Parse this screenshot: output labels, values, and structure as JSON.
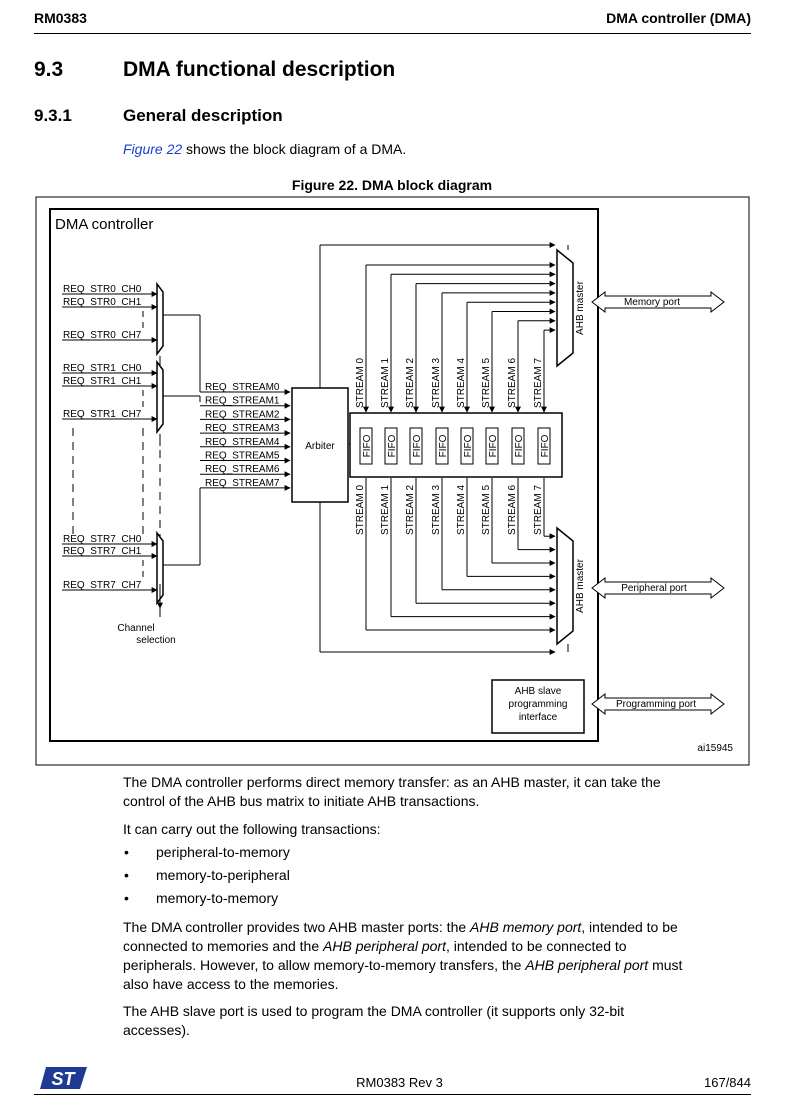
{
  "header": {
    "doc_id": "RM0383",
    "section_name": "DMA controller (DMA)"
  },
  "section": {
    "number": "9.3",
    "title": "DMA functional description"
  },
  "subsection": {
    "number": "9.3.1",
    "title": "General description"
  },
  "intro": {
    "link": "Figure 22",
    "rest": " shows the block diagram of a DMA."
  },
  "figure": {
    "title": "Figure 22. DMA block diagram",
    "controller_label": "DMA controller",
    "arbiter_label": "Arbiter",
    "channel_selection": [
      "Channel",
      "selection"
    ],
    "req_groups": [
      [
        "REQ_STR0_CH0",
        "REQ_STR0_CH1",
        "REQ_STR0_CH7"
      ],
      [
        "REQ_STR1_CH0",
        "REQ_STR1_CH1",
        "REQ_STR1_CH7"
      ],
      [
        "REQ_STR7_CH0",
        "REQ_STR7_CH1",
        "REQ_STR7_CH7"
      ]
    ],
    "req_streams": [
      "REQ_STREAM0",
      "REQ_STREAM1",
      "REQ_STREAM2",
      "REQ_STREAM3",
      "REQ_STREAM4",
      "REQ_STREAM5",
      "REQ_STREAM6",
      "REQ_STREAM7"
    ],
    "streams": [
      "STREAM 0",
      "STREAM 1",
      "STREAM 2",
      "STREAM 3",
      "STREAM 4",
      "STREAM 5",
      "STREAM 6",
      "STREAM 7"
    ],
    "fifo_label": "FIFO",
    "ahb_master_label": "AHB master",
    "memory_port": "Memory port",
    "peripheral_port": "Peripheral port",
    "programming_port": "Programming port",
    "ahb_slave": [
      "AHB slave",
      "programming",
      "interface"
    ],
    "figure_id": "ai15945"
  },
  "paragraphs": {
    "p1": [
      "The DMA controller performs direct memory transfer: as an AHB master, it can take the",
      "control of the AHB bus matrix to initiate AHB transactions."
    ],
    "p2": "It can carry out the following transactions:",
    "bullet_symbol": "•",
    "bullets": [
      "peripheral-to-memory",
      "memory-to-peripheral",
      "memory-to-memory"
    ],
    "p3": {
      "l1": [
        "The DMA controller provides two AHB master ports: the ",
        "AHB memory port",
        ", intended to be"
      ],
      "l2": [
        "connected to memories and the ",
        "AHB peripheral port",
        ", intended to be connected to"
      ],
      "l3": [
        "peripherals. However, to allow memory-to-memory transfers, the ",
        "AHB peripheral port",
        " must"
      ],
      "l4": "also have access to the memories."
    },
    "p4": [
      "The AHB slave port is used to program the DMA controller (it supports only 32-bit",
      "accesses)."
    ]
  },
  "footer": {
    "logo": "ST",
    "center": "RM0383 Rev 3",
    "page": "167/844"
  }
}
